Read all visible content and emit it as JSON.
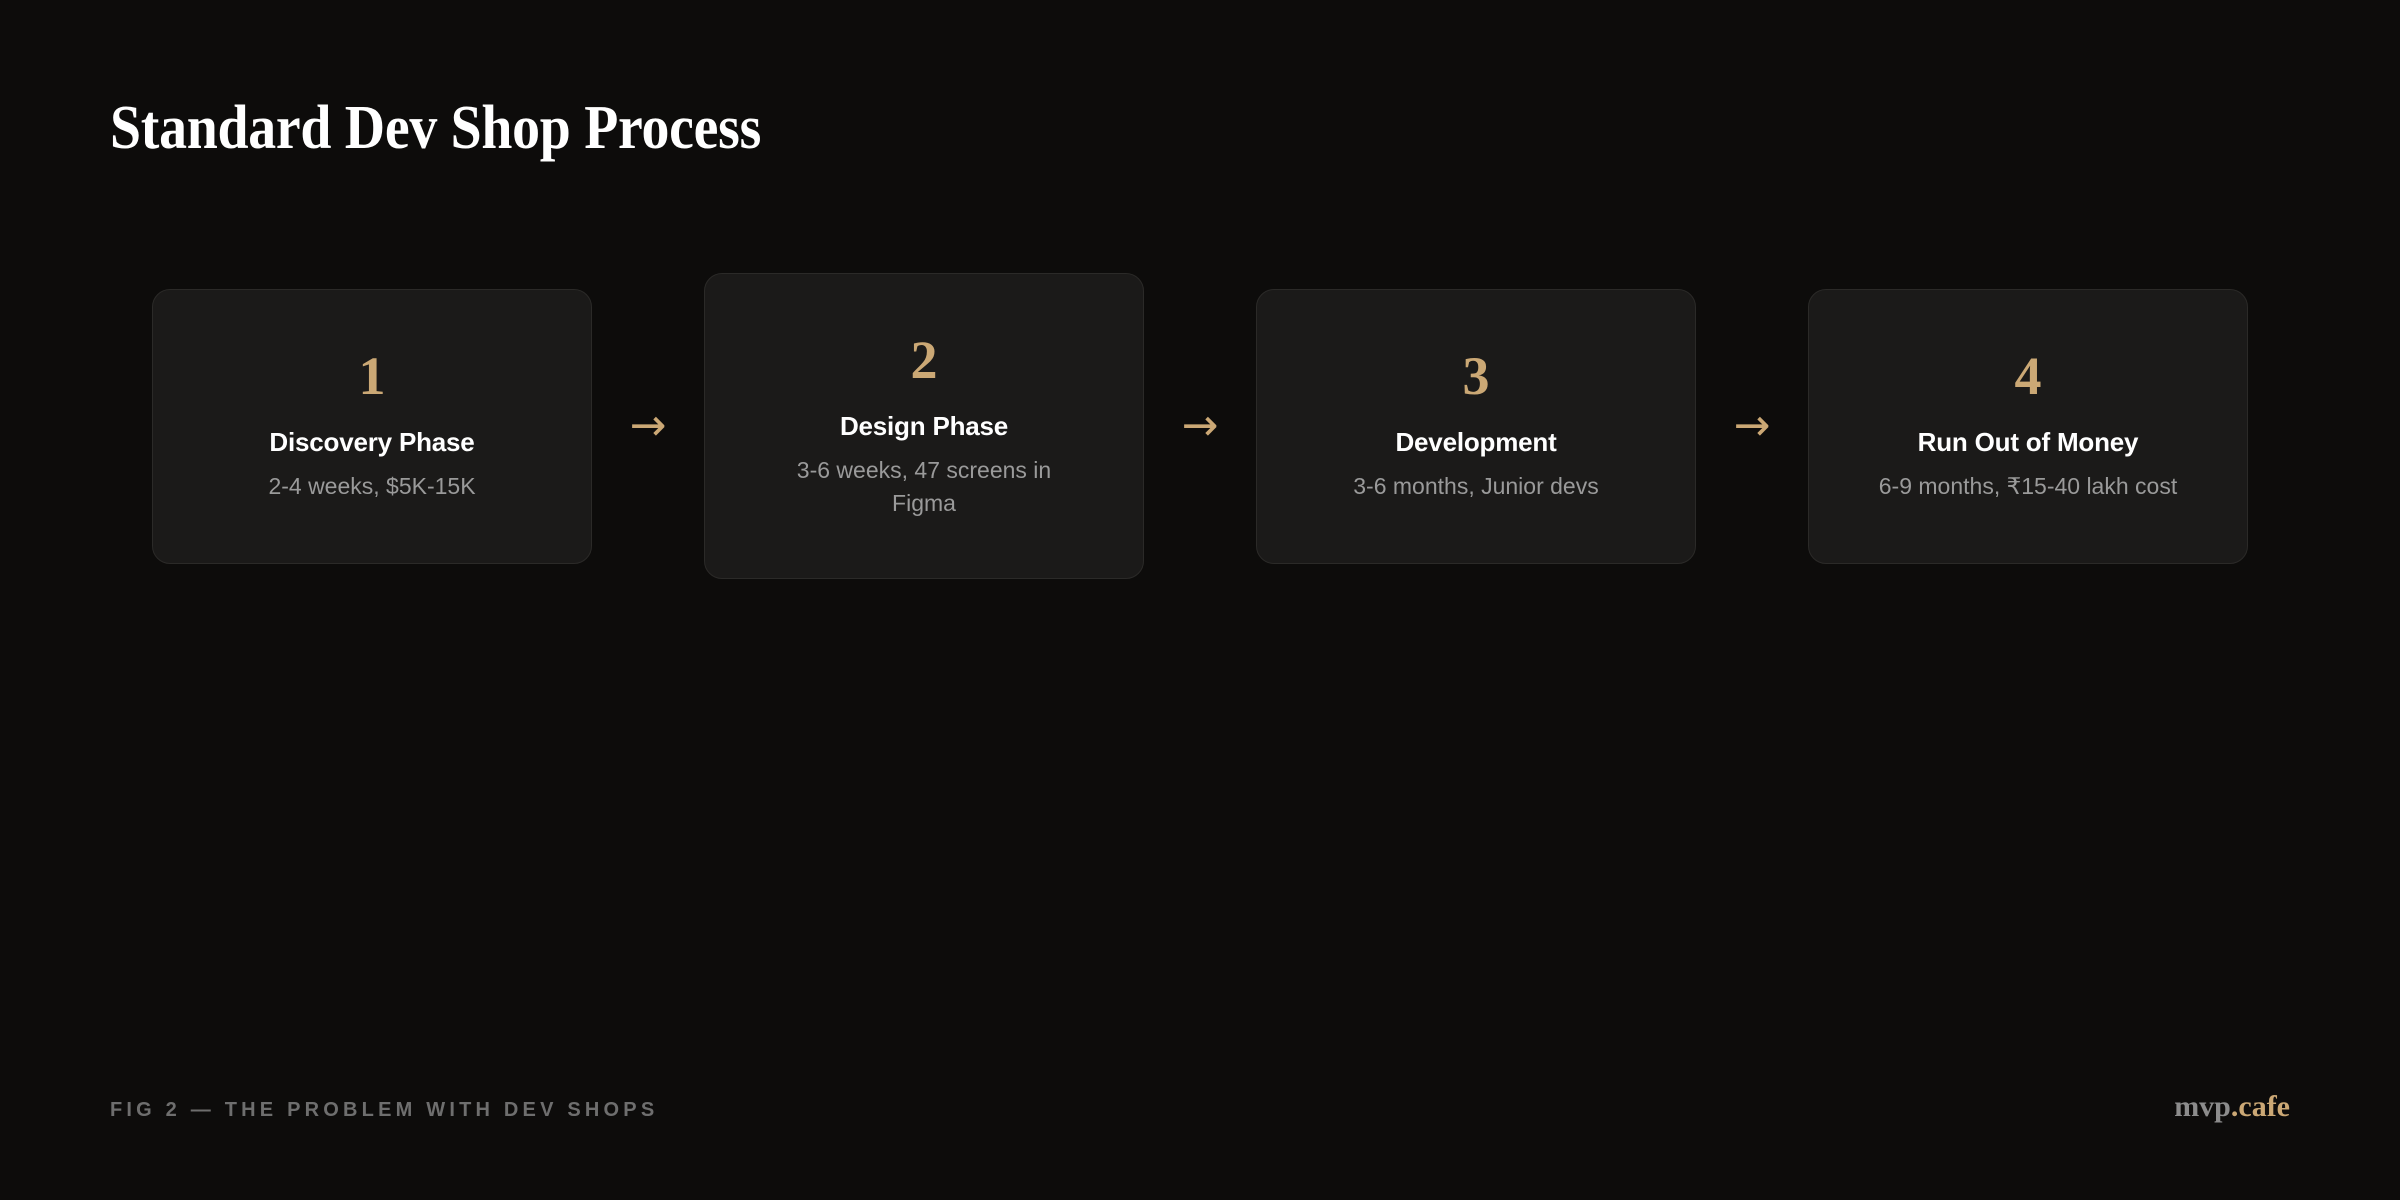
{
  "page": {
    "title": "Standard Dev Shop Process",
    "background_color": "#0D0C0B",
    "accent_color": "#CBA875",
    "card_background": "#1B1A19",
    "card_border": "#2B2A28",
    "title_color": "#FFFFFF",
    "subtitle_color": "#9A9A9A"
  },
  "flow": {
    "arrow_glyph": "→",
    "steps": [
      {
        "number": "1",
        "title": "Discovery Phase",
        "subtitle": "2-4 weeks, $5K-15K"
      },
      {
        "number": "2",
        "title": "Design Phase",
        "subtitle": "3-6 weeks, 47 screens in Figma"
      },
      {
        "number": "3",
        "title": "Development",
        "subtitle": "3-6 months, Junior devs"
      },
      {
        "number": "4",
        "title": "Run Out of Money",
        "subtitle": "6-9 months, ₹15-40 lakh cost"
      }
    ]
  },
  "footer": {
    "caption": "FIG 2 — THE PROBLEM WITH DEV SHOPS",
    "logo_primary": "mvp",
    "logo_accent": ".cafe"
  }
}
